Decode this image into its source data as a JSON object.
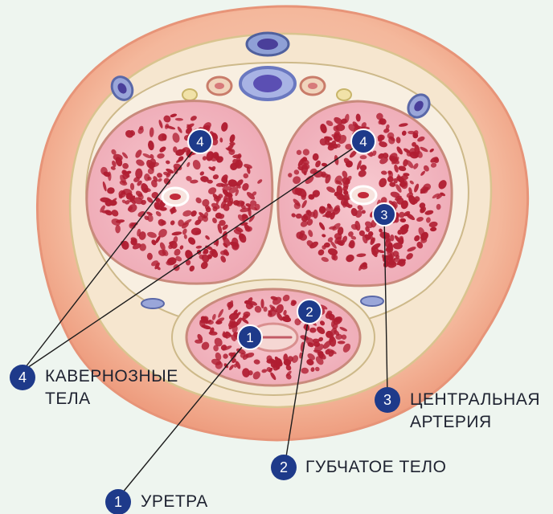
{
  "colors": {
    "background": "#eef5ef",
    "marker": "#1e3a8a",
    "erectile_tissue": "#b01e32",
    "tissue_pink": "#f3b9c2",
    "skin": "#f2a88a"
  },
  "markers": [
    {
      "id": "1",
      "name": "urethra"
    },
    {
      "id": "2",
      "name": "spongy-body"
    },
    {
      "id": "3",
      "name": "central-artery"
    },
    {
      "id": "4",
      "name": "cavernous-bodies"
    }
  ],
  "labels": {
    "cavernous": {
      "line1": "КАВЕРНОЗНЫЕ",
      "line2": "ТЕЛА"
    },
    "artery": {
      "line1": "ЦЕНТРАЛЬНАЯ",
      "line2": "АРТЕРИЯ"
    },
    "spongy": {
      "text": "ГУБЧАТОЕ ТЕЛО"
    },
    "urethra": {
      "text": "УРЕТРА"
    }
  }
}
